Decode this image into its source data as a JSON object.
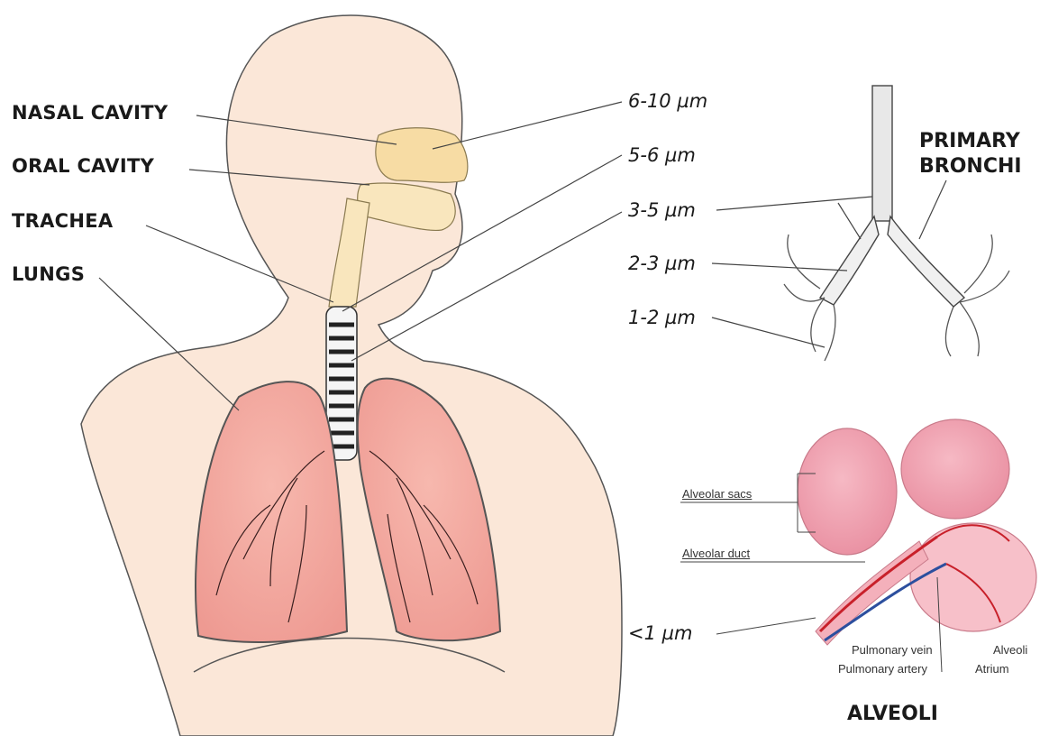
{
  "body_labels": {
    "nasal_cavity": "NASAL CAVITY",
    "oral_cavity": "ORAL CAVITY",
    "trachea": "TRACHEA",
    "lungs": "LUNGS"
  },
  "particle_sizes": {
    "s1": "6-10 µm",
    "s2": "5-6 µm",
    "s3": "3-5 µm",
    "s4": "2-3 µm",
    "s5": "1-2 µm",
    "s6": "<1 µm"
  },
  "bronchi": {
    "line1": "PRIMARY",
    "line2": "BRONCHI"
  },
  "alveoli_detail": {
    "alveolar_sacs": "Alveolar sacs",
    "alveolar_duct": "Alveolar duct",
    "pulmonary_vein": "Pulmonary vein",
    "pulmonary_artery": "Pulmonary artery",
    "atrium": "Atrium",
    "alveoli_small": "Alveoli",
    "title": "ALVEOLI"
  },
  "colors": {
    "skin": "#fbe7d8",
    "nasal": "#f7dca4",
    "lung": "#f2a49c",
    "alveoli": "#f3a6b4",
    "artery": "#c8202a",
    "vein": "#2c4f9e"
  }
}
